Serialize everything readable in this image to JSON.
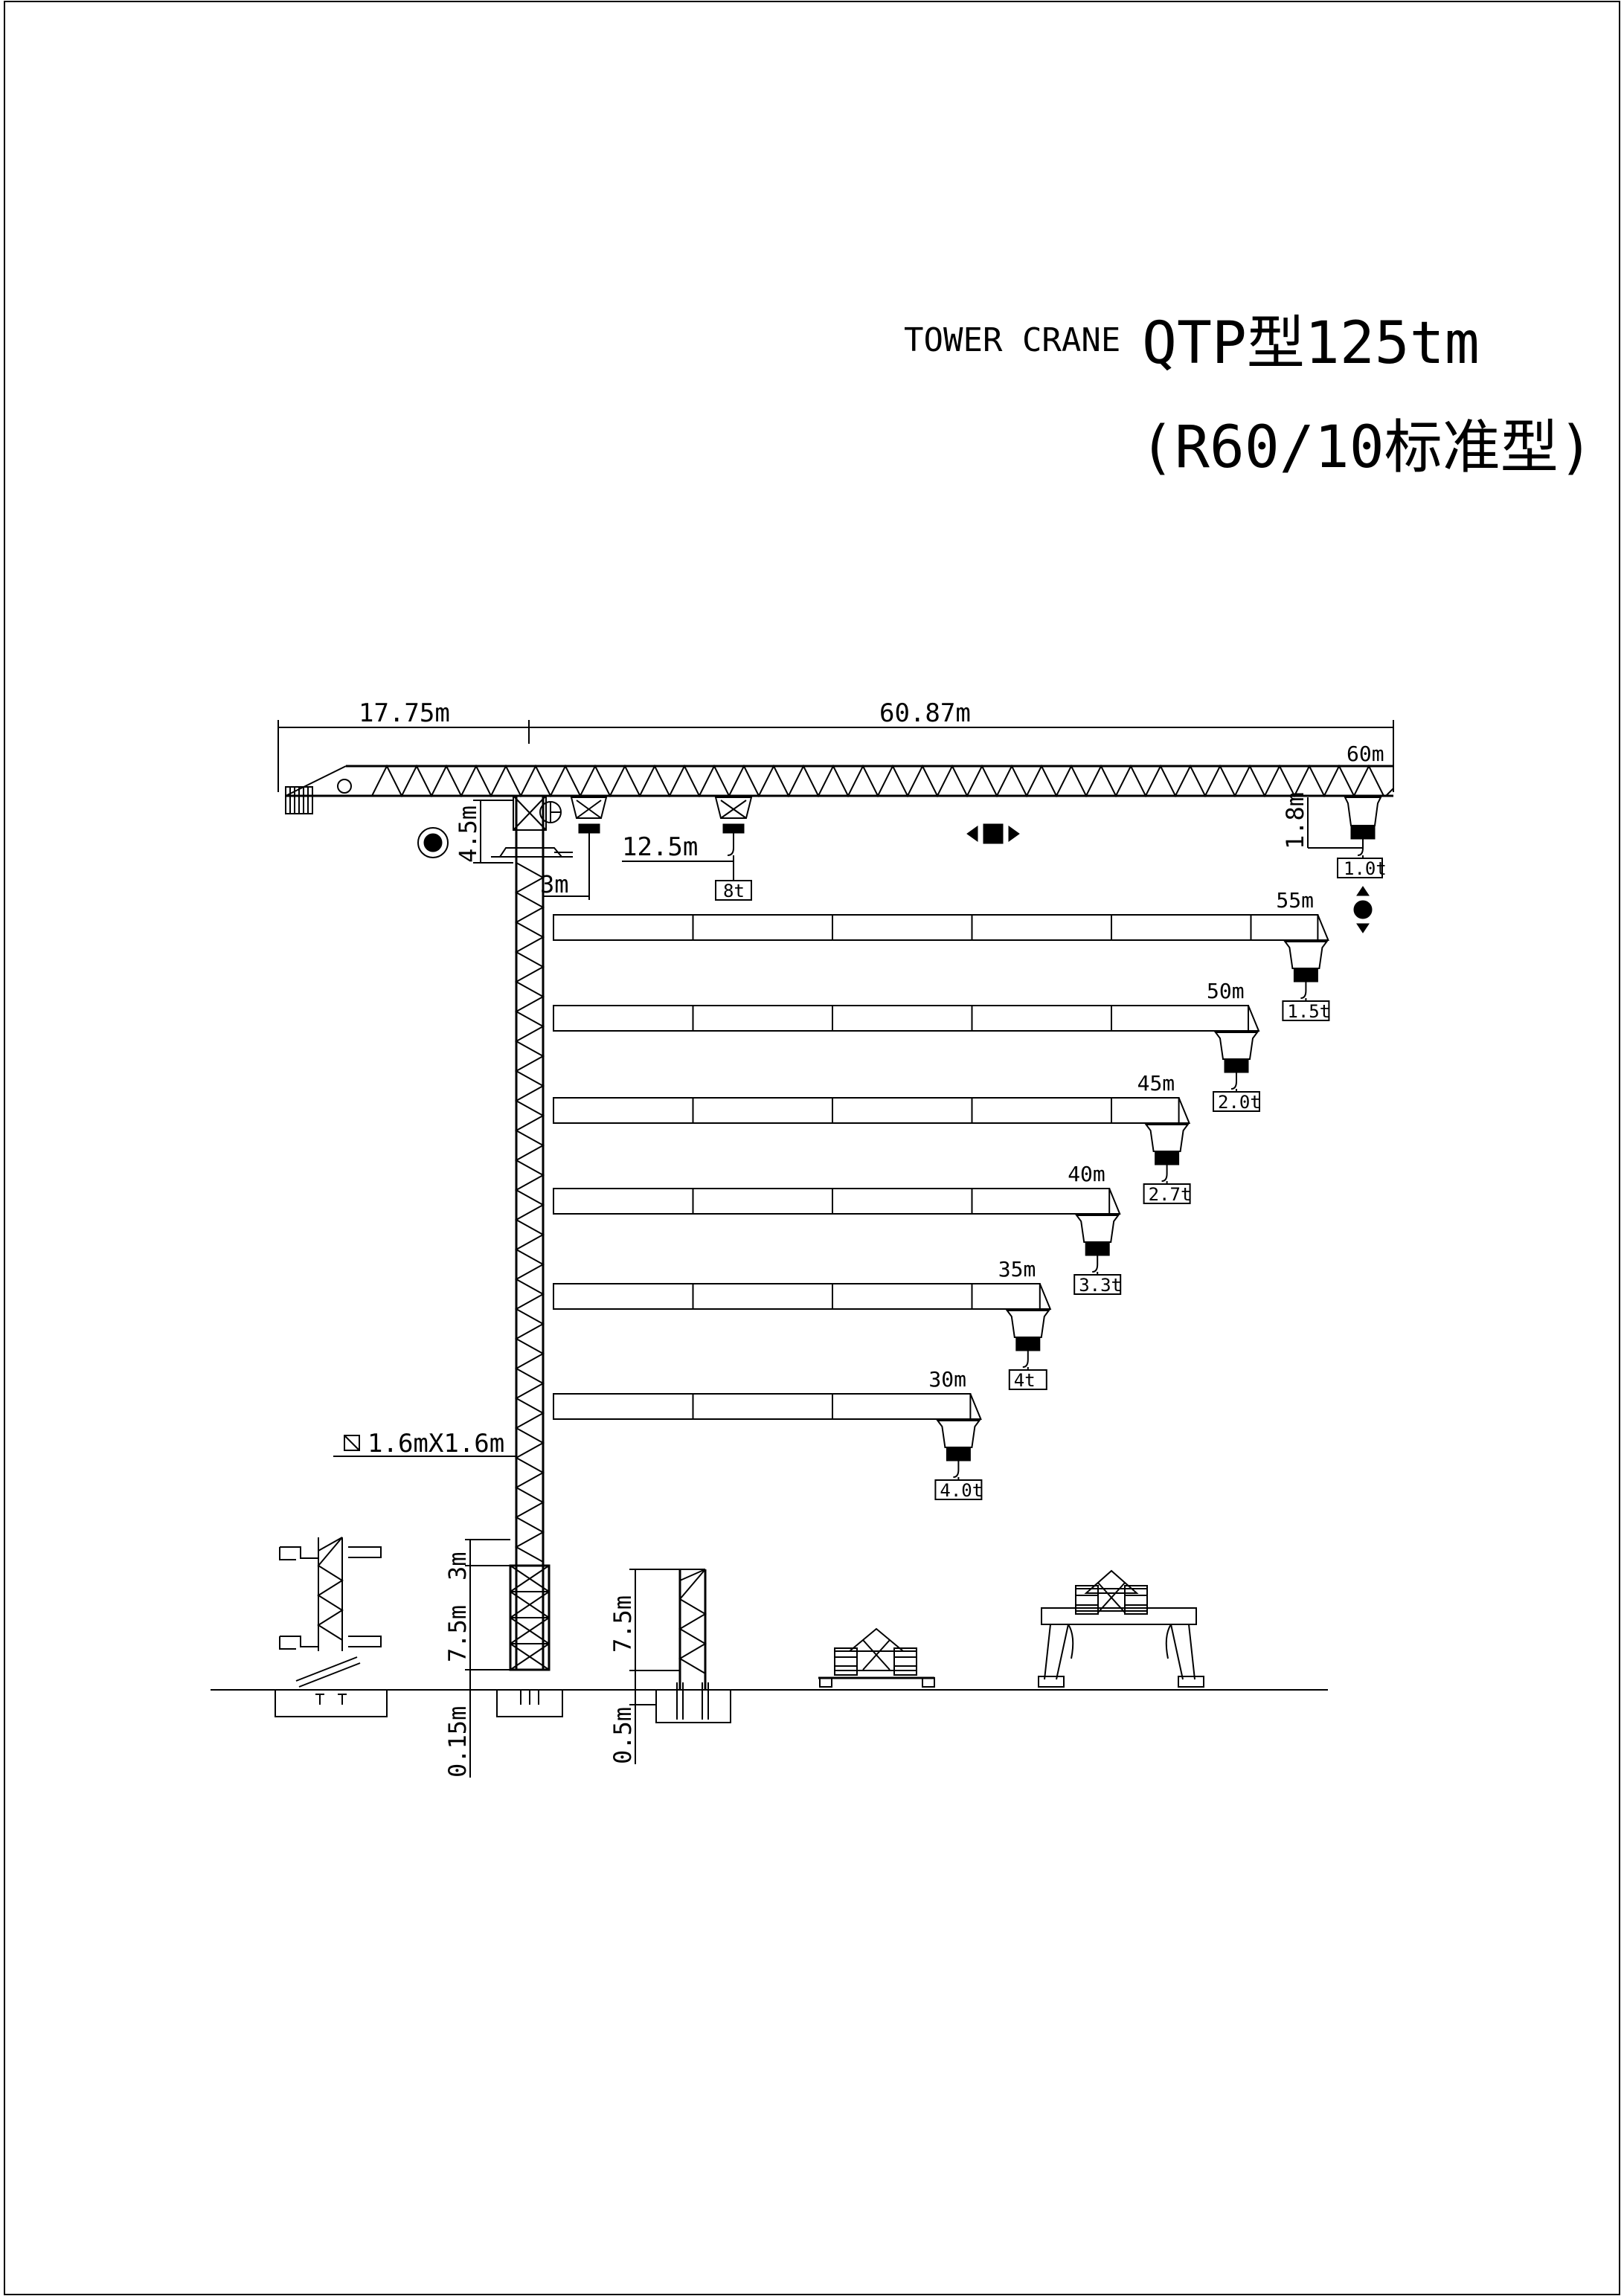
{
  "title": {
    "label": "TOWER CRANE",
    "model": "QTP型125tm",
    "variant": "(R60/10标准型)"
  },
  "dims": {
    "counter_jib": "17.75m",
    "jib_total": "60.87m",
    "tip_radius": "60m",
    "cab_height": "4.5m",
    "min_radius": "12.5m",
    "hook_offset": "3m",
    "tip_hook_height": "1.8m",
    "mast_section": "1.6mX1.6m",
    "climb_section": "3m",
    "base_section": "7.5m",
    "base_section_alt": "7.5m",
    "foundation_depth": "0.15m",
    "foundation_depth_alt": "0.5m"
  },
  "loads": {
    "max_load": "8t",
    "tip_load": "1.0t"
  },
  "configs": [
    {
      "radius": "55m",
      "load": "1.5t",
      "radius_value": 55
    },
    {
      "radius": "50m",
      "load": "2.0t",
      "radius_value": 50
    },
    {
      "radius": "45m",
      "load": "2.7t",
      "radius_value": 45
    },
    {
      "radius": "40m",
      "load": "3.3t",
      "radius_value": 40
    },
    {
      "radius": "35m",
      "load": "4t",
      "radius_value": 35
    },
    {
      "radius": "30m",
      "load": "4.0t",
      "radius_value": 30
    }
  ],
  "icons": [
    "slew-icon",
    "trolley-travel-icon",
    "hoist-icon"
  ]
}
